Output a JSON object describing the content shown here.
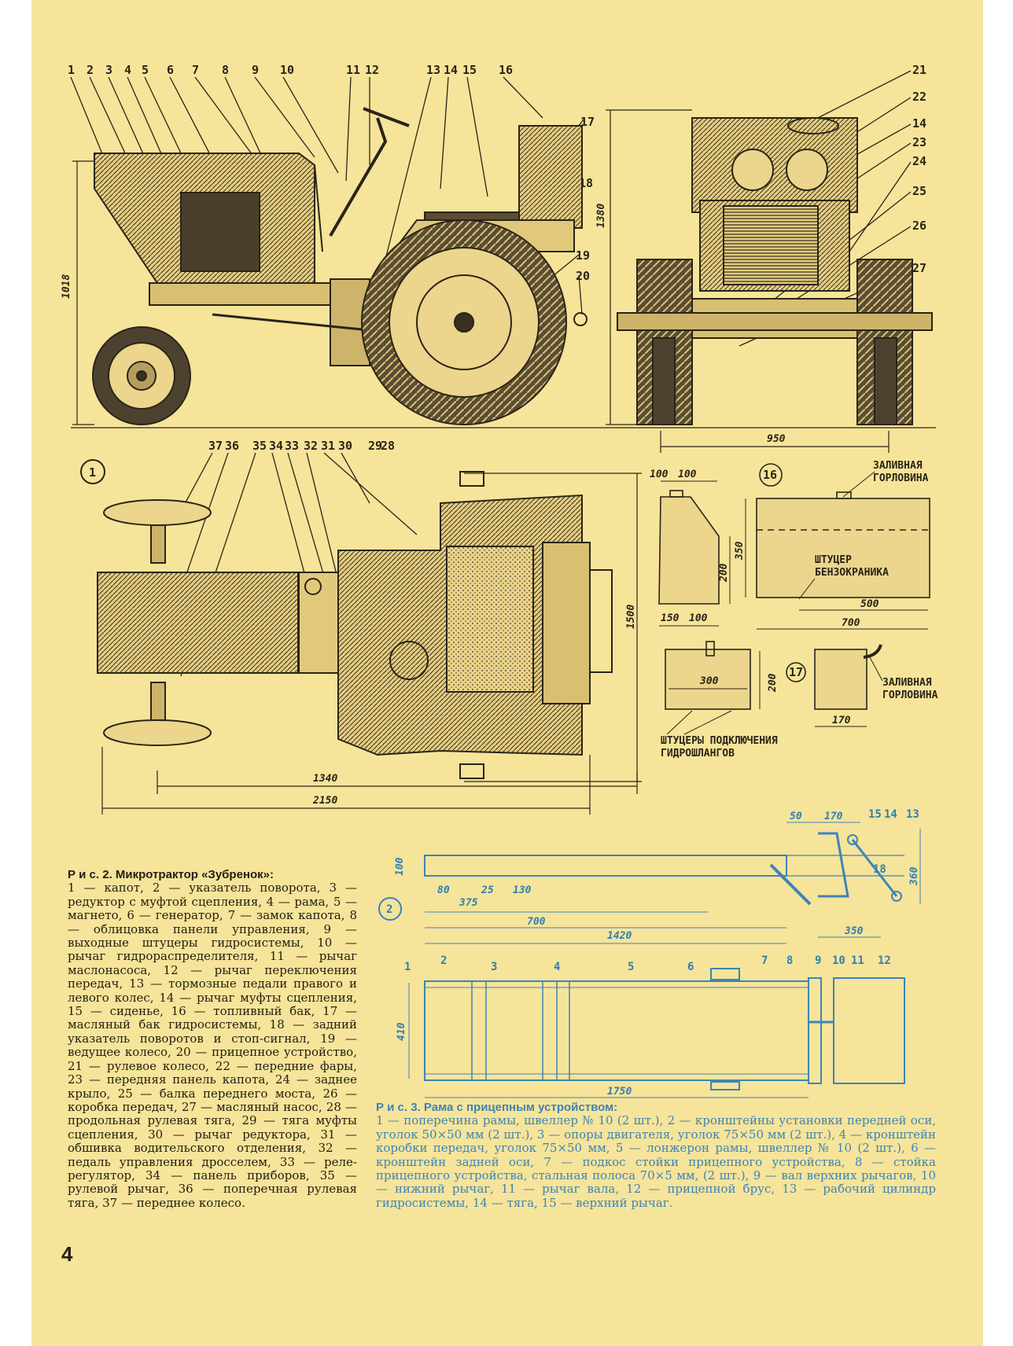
{
  "fig1": {
    "callouts_top": [
      "1",
      "2",
      "3",
      "4",
      "5",
      "6",
      "7",
      "8",
      "9",
      "10",
      "11",
      "12",
      "13",
      "14",
      "15",
      "16"
    ],
    "callouts_right_side": [
      "17",
      "18",
      "19",
      "20"
    ],
    "callouts_front": [
      "21",
      "22",
      "14",
      "23",
      "24",
      "25",
      "26",
      "27"
    ],
    "callouts_bottom_side": [
      "29",
      "28"
    ],
    "callouts_top_view": [
      "37",
      "36",
      "35",
      "34",
      "33",
      "32",
      "31",
      "30"
    ],
    "marker": "1",
    "dim_height_side": "1018",
    "dim_height_front": "1380",
    "dim_width_front": "950",
    "dim_length_top": "1500",
    "dim_wheelbase": "1340",
    "dim_total_length": "2150"
  },
  "fig16": {
    "marker": "16",
    "filler_label_1": "ЗАЛИВНАЯ",
    "filler_label_2": "ГОРЛОВИНА",
    "fitting_label_1": "ШТУЦЕР",
    "fitting_label_2": "БЕНЗОКРАНИКА",
    "d_100a": "100",
    "d_100b": "100",
    "d_200": "200",
    "d_350": "350",
    "d_150": "150",
    "d_100c": "100",
    "d_500": "500",
    "d_700": "700"
  },
  "fig17": {
    "marker": "17",
    "d_300": "300",
    "d_200": "200",
    "d_170": "170",
    "filler_label_1": "ЗАЛИВНАЯ",
    "filler_label_2": "ГОРЛОВИНА",
    "hose_label_1": "ШТУЦЕРЫ ПОДКЛЮЧЕНИЯ",
    "hose_label_2": "ГИДРОШЛАНГОВ"
  },
  "fig3": {
    "marker": "2",
    "top_callouts": [
      "15",
      "14",
      "13"
    ],
    "callout_18": "18",
    "d_50": "50",
    "d_170": "170",
    "d_100": "100",
    "d_360": "360",
    "d_80": "80",
    "d_25": "25",
    "d_130": "130",
    "d_375": "375",
    "d_700": "700",
    "d_1420": "1420",
    "d_350": "350",
    "d_410": "410",
    "d_1750": "1750",
    "mid_labels": [
      "2",
      "7",
      "8"
    ],
    "lower_labels": [
      "1",
      "3",
      "4",
      "5",
      "6",
      "9",
      "10",
      "11",
      "12"
    ]
  },
  "caption_fig2": {
    "title": "Р и с. 2. Микротрактор «Зубренок»:",
    "body": "1 — капот, 2 — указатель поворота, 3 — редуктор с муфтой сцепления, 4 — рама, 5 — магнето, 6 — генератор, 7 — замок капота, 8 — облицовка панели управления, 9 — выходные штуцеры гидросистемы, 10 — рычаг гидрораспределителя, 11 — рычаг маслонасоса, 12 — рычаг переключения передач, 13 — тормозные педали правого и левого колес, 14 — рычаг муфты сцепления, 15 — сиденье, 16 — топливный бак, 17 — масляный бак гидросистемы, 18 — задний указатель поворотов и стоп-сигнал, 19 — ведущее колесо, 20 — прицепное устройство, 21 — рулевое колесо, 22 — передние фары, 23 — передняя панель капота, 24 — заднее крыло, 25 — балка переднего моста, 26 — коробка передач, 27 — масляный насос, 28 — продольная рулевая тяга, 29 — тяга муфты сцепления, 30 — рычаг редуктора, 31 — обшивка водительского отделения, 32 — педаль управления дросселем, 33 — реле-регулятор, 34 — панель приборов, 35 — рулевой рычаг, 36 — поперечная рулевая тяга, 37 — переднее колесо."
  },
  "caption_fig3": {
    "title": "Р и с. 3. Рама с прицепным устройством:",
    "body": "1 — поперечина рамы, швеллер № 10 (2 шт.), 2 — кронштейны установки передней оси, уголок 50×50 мм (2 шт.), 3 — опоры двигателя, уголок 75×50 мм (2 шт.), 4 — кронштейн коробки передач, уголок 75×50 мм, 5 — лонжерон рамы, швеллер № 10 (2 шт.), 6 — кронштейн задней оси, 7 — подкос стойки прицепного устройства, 8 — стойка прицепного устройства, стальная полоса 70×5 мм, (2 шт.), 9 — вал верхних рычагов, 10 — нижний рычаг, 11 — рычаг вала, 12 — прицепной брус, 13 — рабочий цилиндр гидросистемы, 14 — тяга, 15 — верхний рычаг."
  },
  "page_number": "4"
}
